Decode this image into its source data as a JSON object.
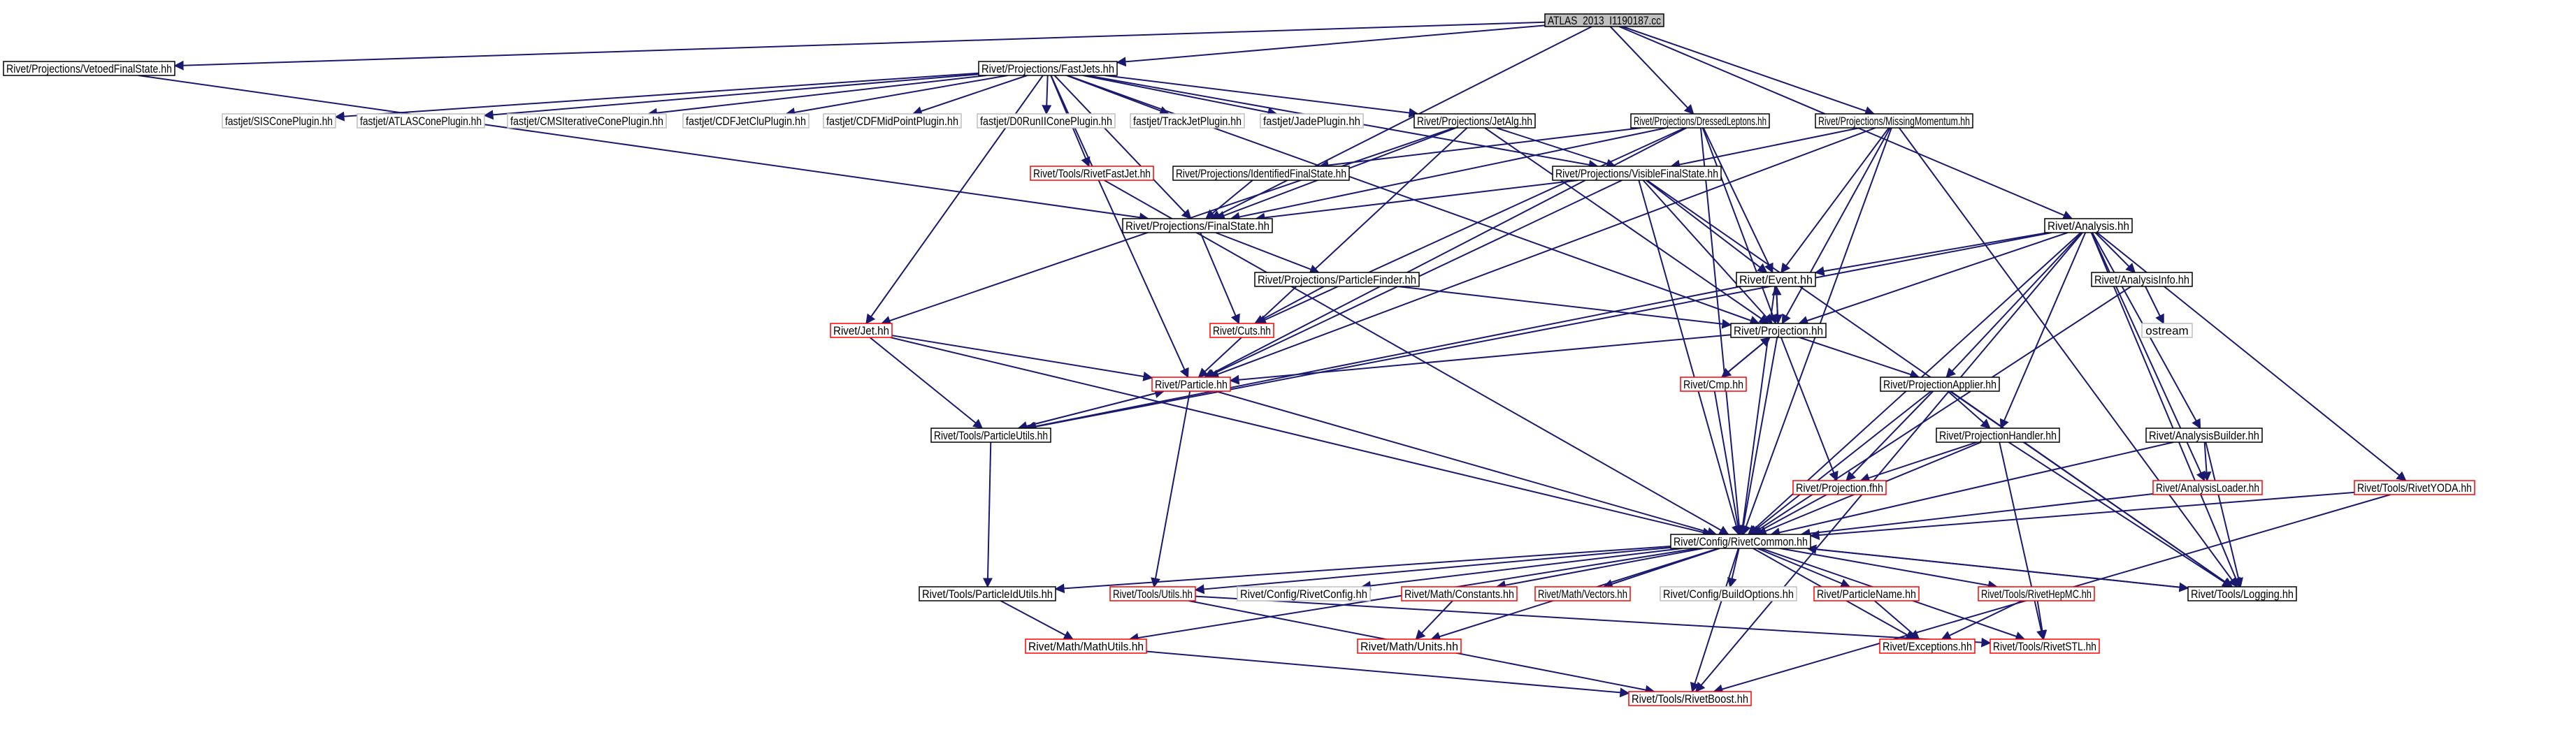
{
  "graph": {
    "title": "ATLAS_2013_I1190187.cc",
    "colors": {
      "root_fill": "#bfbfbf",
      "default_fill": "#ffffff",
      "black_border": "#000000",
      "red_border": "#ff0000",
      "gray_border": "#bfbfbf",
      "edge": "#191970"
    },
    "nodes": [
      {
        "id": "root",
        "label": "ATLAS_2013_I1190187.cc",
        "style": "root"
      },
      {
        "id": "vetoed",
        "label": "Rivet/Projections/VetoedFinalState.hh",
        "style": "black"
      },
      {
        "id": "fastjets",
        "label": "Rivet/Projections/FastJets.hh",
        "style": "black"
      },
      {
        "id": "dressed",
        "label": "Rivet/Projections/DressedLeptons.hh",
        "style": "black"
      },
      {
        "id": "missing",
        "label": "Rivet/Projections/MissingMomentum.hh",
        "style": "black"
      },
      {
        "id": "siscone",
        "label": "fastjet/SISConePlugin.hh",
        "style": "gray"
      },
      {
        "id": "atlascone",
        "label": "fastjet/ATLASConePlugin.hh",
        "style": "gray"
      },
      {
        "id": "cmsiter",
        "label": "fastjet/CMSIterativeConePlugin.hh",
        "style": "gray"
      },
      {
        "id": "cdfjetclu",
        "label": "fastjet/CDFJetCluPlugin.hh",
        "style": "gray"
      },
      {
        "id": "cdfmid",
        "label": "fastjet/CDFMidPointPlugin.hh",
        "style": "gray"
      },
      {
        "id": "d0run",
        "label": "fastjet/D0RunIIConePlugin.hh",
        "style": "gray"
      },
      {
        "id": "trackjet",
        "label": "fastjet/TrackJetPlugin.hh",
        "style": "gray"
      },
      {
        "id": "jade",
        "label": "fastjet/JadePlugin.hh",
        "style": "gray"
      },
      {
        "id": "jetalg",
        "label": "Rivet/Projections/JetAlg.hh",
        "style": "black"
      },
      {
        "id": "rivetfastjet",
        "label": "Rivet/Tools/RivetFastJet.hh",
        "style": "red"
      },
      {
        "id": "identified",
        "label": "Rivet/Projections/IdentifiedFinalState.hh",
        "style": "black"
      },
      {
        "id": "visible",
        "label": "Rivet/Projections/VisibleFinalState.hh",
        "style": "black"
      },
      {
        "id": "finalstate",
        "label": "Rivet/Projections/FinalState.hh",
        "style": "black"
      },
      {
        "id": "analysis",
        "label": "Rivet/Analysis.hh",
        "style": "black"
      },
      {
        "id": "pfinder",
        "label": "Rivet/Projections/ParticleFinder.hh",
        "style": "black"
      },
      {
        "id": "event",
        "label": "Rivet/Event.hh",
        "style": "black"
      },
      {
        "id": "analysisinfo",
        "label": "Rivet/AnalysisInfo.hh",
        "style": "black"
      },
      {
        "id": "ostream",
        "label": "ostream",
        "style": "gray"
      },
      {
        "id": "cuts",
        "label": "Rivet/Cuts.hh",
        "style": "red"
      },
      {
        "id": "jet",
        "label": "Rivet/Jet.hh",
        "style": "red"
      },
      {
        "id": "projection",
        "label": "Rivet/Projection.hh",
        "style": "black"
      },
      {
        "id": "particle",
        "label": "Rivet/Particle.hh",
        "style": "red"
      },
      {
        "id": "cmp",
        "label": "Rivet/Cmp.hh",
        "style": "red"
      },
      {
        "id": "papplier",
        "label": "Rivet/ProjectionApplier.hh",
        "style": "black"
      },
      {
        "id": "putils",
        "label": "Rivet/Tools/ParticleUtils.hh",
        "style": "black"
      },
      {
        "id": "phandler",
        "label": "Rivet/ProjectionHandler.hh",
        "style": "black"
      },
      {
        "id": "abuilder",
        "label": "Rivet/AnalysisBuilder.hh",
        "style": "black"
      },
      {
        "id": "projfhh",
        "label": "Rivet/Projection.fhh",
        "style": "red"
      },
      {
        "id": "aloader",
        "label": "Rivet/AnalysisLoader.hh",
        "style": "red"
      },
      {
        "id": "yoda",
        "label": "Rivet/Tools/RivetYODA.hh",
        "style": "red"
      },
      {
        "id": "common",
        "label": "Rivet/Config/RivetCommon.hh",
        "style": "black"
      },
      {
        "id": "pidutils",
        "label": "Rivet/Tools/ParticleIdUtils.hh",
        "style": "black"
      },
      {
        "id": "utils",
        "label": "Rivet/Tools/Utils.hh",
        "style": "red"
      },
      {
        "id": "rconfig",
        "label": "Rivet/Config/RivetConfig.hh",
        "style": "gray"
      },
      {
        "id": "constants",
        "label": "Rivet/Math/Constants.hh",
        "style": "red"
      },
      {
        "id": "vectors",
        "label": "Rivet/Math/Vectors.hh",
        "style": "red"
      },
      {
        "id": "buildopts",
        "label": "Rivet/Config/BuildOptions.hh",
        "style": "gray"
      },
      {
        "id": "pname",
        "label": "Rivet/ParticleName.hh",
        "style": "red"
      },
      {
        "id": "hepmc",
        "label": "Rivet/Tools/RivetHepMC.hh",
        "style": "red"
      },
      {
        "id": "logging",
        "label": "Rivet/Tools/Logging.hh",
        "style": "black"
      },
      {
        "id": "mathutils",
        "label": "Rivet/Math/MathUtils.hh",
        "style": "red"
      },
      {
        "id": "units",
        "label": "Rivet/Math/Units.hh",
        "style": "red"
      },
      {
        "id": "exceptions",
        "label": "Rivet/Exceptions.hh",
        "style": "red"
      },
      {
        "id": "stl",
        "label": "Rivet/Tools/RivetSTL.hh",
        "style": "red"
      },
      {
        "id": "boost",
        "label": "Rivet/Tools/RivetBoost.hh",
        "style": "red"
      }
    ],
    "edges": [
      [
        "root",
        "vetoed"
      ],
      [
        "root",
        "fastjets"
      ],
      [
        "root",
        "dressed"
      ],
      [
        "root",
        "missing"
      ],
      [
        "root",
        "analysis"
      ],
      [
        "root",
        "finalstate"
      ],
      [
        "vetoed",
        "finalstate"
      ],
      [
        "fastjets",
        "siscone"
      ],
      [
        "fastjets",
        "atlascone"
      ],
      [
        "fastjets",
        "cmsiter"
      ],
      [
        "fastjets",
        "cdfjetclu"
      ],
      [
        "fastjets",
        "cdfmid"
      ],
      [
        "fastjets",
        "d0run"
      ],
      [
        "fastjets",
        "trackjet"
      ],
      [
        "fastjets",
        "jade"
      ],
      [
        "fastjets",
        "jetalg"
      ],
      [
        "fastjets",
        "rivetfastjet"
      ],
      [
        "fastjets",
        "finalstate"
      ],
      [
        "fastjets",
        "jet"
      ],
      [
        "fastjets",
        "particle"
      ],
      [
        "fastjets",
        "projection"
      ],
      [
        "fastjets",
        "visible"
      ],
      [
        "jetalg",
        "finalstate"
      ],
      [
        "jetalg",
        "visible"
      ],
      [
        "jetalg",
        "projection"
      ],
      [
        "jetalg",
        "jet"
      ],
      [
        "jetalg",
        "particle"
      ],
      [
        "dressed",
        "identified"
      ],
      [
        "dressed",
        "finalstate"
      ],
      [
        "dressed",
        "event"
      ],
      [
        "dressed",
        "projection"
      ],
      [
        "dressed",
        "cuts"
      ],
      [
        "dressed",
        "particle"
      ],
      [
        "dressed",
        "common"
      ],
      [
        "missing",
        "visible"
      ],
      [
        "missing",
        "event"
      ],
      [
        "missing",
        "projection"
      ],
      [
        "missing",
        "common"
      ],
      [
        "missing",
        "particle"
      ],
      [
        "missing",
        "logging"
      ],
      [
        "rivetfastjet",
        "common"
      ],
      [
        "identified",
        "finalstate"
      ],
      [
        "visible",
        "finalstate"
      ],
      [
        "visible",
        "event"
      ],
      [
        "visible",
        "projection"
      ],
      [
        "visible",
        "particle"
      ],
      [
        "visible",
        "common"
      ],
      [
        "visible",
        "logging"
      ],
      [
        "finalstate",
        "pfinder"
      ],
      [
        "finalstate",
        "cuts"
      ],
      [
        "pfinder",
        "projection"
      ],
      [
        "pfinder",
        "cuts"
      ],
      [
        "analysis",
        "event"
      ],
      [
        "analysis",
        "projection"
      ],
      [
        "analysis",
        "analysisinfo"
      ],
      [
        "analysis",
        "papplier"
      ],
      [
        "analysis",
        "phandler"
      ],
      [
        "analysis",
        "abuilder"
      ],
      [
        "analysis",
        "aloader"
      ],
      [
        "analysis",
        "yoda"
      ],
      [
        "analysis",
        "logging"
      ],
      [
        "analysis",
        "common"
      ],
      [
        "analysis",
        "boost"
      ],
      [
        "analysis",
        "putils"
      ],
      [
        "analysisinfo",
        "ostream"
      ],
      [
        "analysisinfo",
        "common"
      ],
      [
        "event",
        "projection"
      ],
      [
        "event",
        "common"
      ],
      [
        "event",
        "putils"
      ],
      [
        "projection",
        "event"
      ],
      [
        "projection",
        "cmp"
      ],
      [
        "projection",
        "papplier"
      ],
      [
        "projection",
        "projfhh"
      ],
      [
        "projection",
        "particle"
      ],
      [
        "projection",
        "common"
      ],
      [
        "cmp",
        "projection"
      ],
      [
        "cmp",
        "common"
      ],
      [
        "jet",
        "particle"
      ],
      [
        "jet",
        "putils"
      ],
      [
        "jet",
        "common"
      ],
      [
        "particle",
        "putils"
      ],
      [
        "particle",
        "utils"
      ],
      [
        "particle",
        "common"
      ],
      [
        "putils",
        "particle"
      ],
      [
        "putils",
        "pidutils"
      ],
      [
        "papplier",
        "phandler"
      ],
      [
        "papplier",
        "projfhh"
      ],
      [
        "papplier",
        "logging"
      ],
      [
        "papplier",
        "common"
      ],
      [
        "phandler",
        "projfhh"
      ],
      [
        "phandler",
        "common"
      ],
      [
        "phandler",
        "logging"
      ],
      [
        "phandler",
        "stl"
      ],
      [
        "abuilder",
        "aloader"
      ],
      [
        "abuilder",
        "logging"
      ],
      [
        "abuilder",
        "common"
      ],
      [
        "aloader",
        "common"
      ],
      [
        "yoda",
        "common"
      ],
      [
        "yoda",
        "boost"
      ],
      [
        "projfhh",
        "common"
      ],
      [
        "common",
        "pidutils"
      ],
      [
        "common",
        "utils"
      ],
      [
        "common",
        "rconfig"
      ],
      [
        "common",
        "constants"
      ],
      [
        "common",
        "vectors"
      ],
      [
        "common",
        "buildopts"
      ],
      [
        "common",
        "pname"
      ],
      [
        "common",
        "hepmc"
      ],
      [
        "common",
        "logging"
      ],
      [
        "common",
        "mathutils"
      ],
      [
        "common",
        "units"
      ],
      [
        "common",
        "exceptions"
      ],
      [
        "common",
        "stl"
      ],
      [
        "common",
        "boost"
      ],
      [
        "pidutils",
        "mathutils"
      ],
      [
        "utils",
        "boost"
      ],
      [
        "utils",
        "stl"
      ],
      [
        "constants",
        "units"
      ],
      [
        "pname",
        "exceptions"
      ],
      [
        "hepmc",
        "exceptions"
      ],
      [
        "hepmc",
        "stl"
      ],
      [
        "logging",
        "common"
      ],
      [
        "mathutils",
        "boost"
      ]
    ]
  }
}
